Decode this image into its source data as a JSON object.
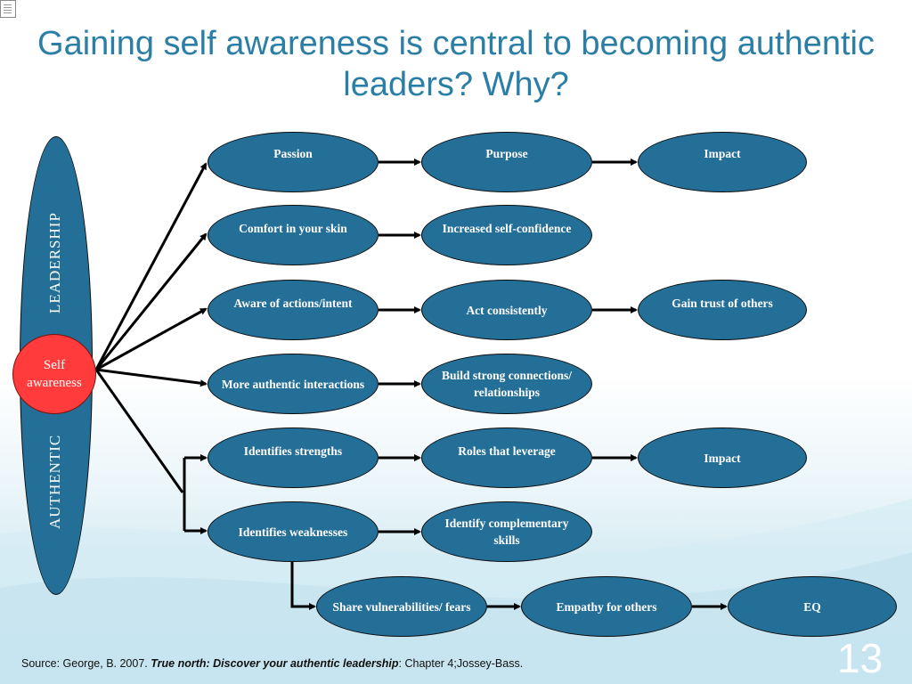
{
  "slide": {
    "title": "Gaining self awareness is central to becoming authentic leaders?  Why?",
    "page_number": "13"
  },
  "pillar": {
    "top_label": "LEADERSHIP",
    "bottom_label": "AUTHENTIC"
  },
  "center_node": {
    "label": "Self awareness"
  },
  "nodes": {
    "passion": "Passion",
    "purpose": "Purpose",
    "impact_1": "Impact",
    "comfort": "Comfort in your skin",
    "self_confidence": "Increased self-confidence",
    "aware": "Aware  of actions/intent",
    "act_consistently": "Act consistently",
    "gain_trust": "Gain trust of others",
    "more_authentic": "More authentic interactions",
    "build_connections": "Build strong connections/ relationships",
    "identifies_strengths": "Identifies strengths",
    "roles_leverage": "Roles that leverage",
    "impact_2": "Impact",
    "identifies_weaknesses": "Identifies weaknesses",
    "identify_complementary": "Identify complementary skills",
    "share_vulnerabilities": "Share vulnerabilities/ fears",
    "empathy": "Empathy for others",
    "eq": "EQ"
  },
  "source": {
    "prefix": "Source: George, B. 2007. ",
    "book_title": "True north: Discover your authentic leadership",
    "suffix": ": Chapter 4;Jossey-Bass."
  },
  "colors": {
    "title": "#2b7fa6",
    "node_fill": "#246f97",
    "center_fill": "#ff3b3b",
    "line": "#000000"
  }
}
